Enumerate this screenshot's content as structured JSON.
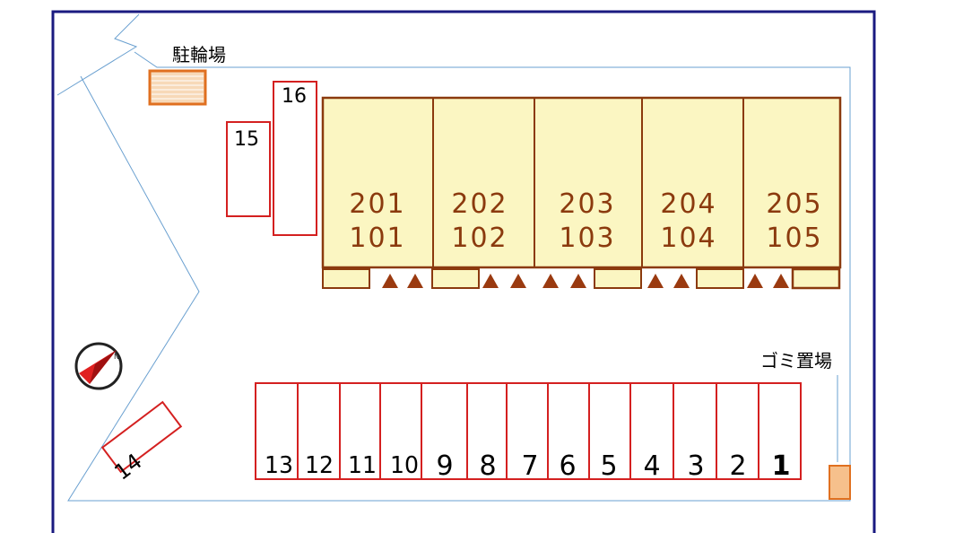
{
  "labels": {
    "bicycle_parking": "駐輪場",
    "garbage_area": "ゴミ置場"
  },
  "building": {
    "units": [
      {
        "upper": "201",
        "lower": "101"
      },
      {
        "upper": "202",
        "lower": "102"
      },
      {
        "upper": "203",
        "lower": "103"
      },
      {
        "upper": "204",
        "lower": "104"
      },
      {
        "upper": "205",
        "lower": "105"
      }
    ]
  },
  "parking": {
    "row": [
      "13",
      "12",
      "11",
      "10",
      "9",
      "8",
      "7",
      "6",
      "5",
      "4",
      "3",
      "2",
      "1"
    ],
    "side_15": "15",
    "side_16": "16",
    "angled_14": "14"
  },
  "colors": {
    "frame": "#1a1a80",
    "lot_boundary": "#6aa0d0",
    "parking_outline": "#d42020",
    "building_fill": "#fbf6c2",
    "building_outline": "#8b3a0e",
    "entrance_marker": "#9a3a10",
    "bicycle_fill": "#f7d9b8",
    "bicycle_outline": "#e07020",
    "garbage_fill": "#f6c08c",
    "garbage_outline": "#e07020",
    "compass_arrow": "#e02020"
  },
  "icons": {
    "compass": "north-arrow-icon",
    "entrance": "entrance-triangle-icon"
  }
}
